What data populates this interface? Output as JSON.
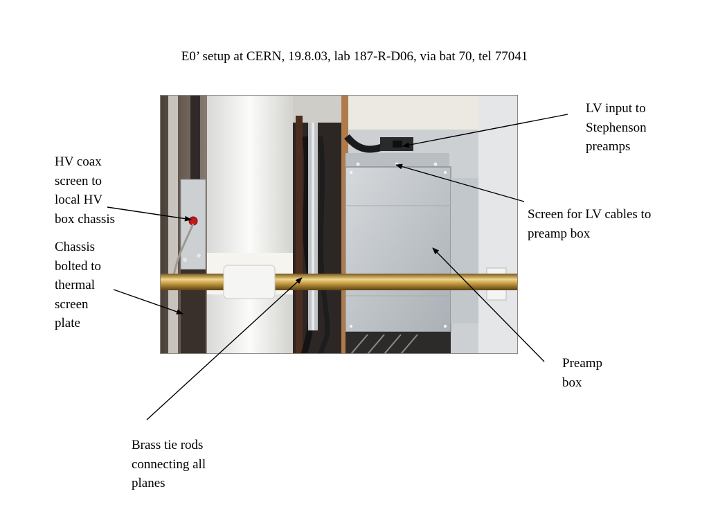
{
  "title": "E0’ setup at CERN, 19.8.03, lab 187-R-D06, via bat 70, tel 77041",
  "labels": {
    "lv_input": "LV input to\nStephenson\npreamps",
    "hv_coax": "HV coax\nscreen to\nlocal HV\nbox chassis",
    "screen_lv": "Screen for LV cables to\npreamp box",
    "chassis": "Chassis\nbolted to\nthermal\nscreen\nplate",
    "preamp": "Preamp\nbox",
    "brass": "Brass tie rods\nconnecting all\nplanes"
  }
}
